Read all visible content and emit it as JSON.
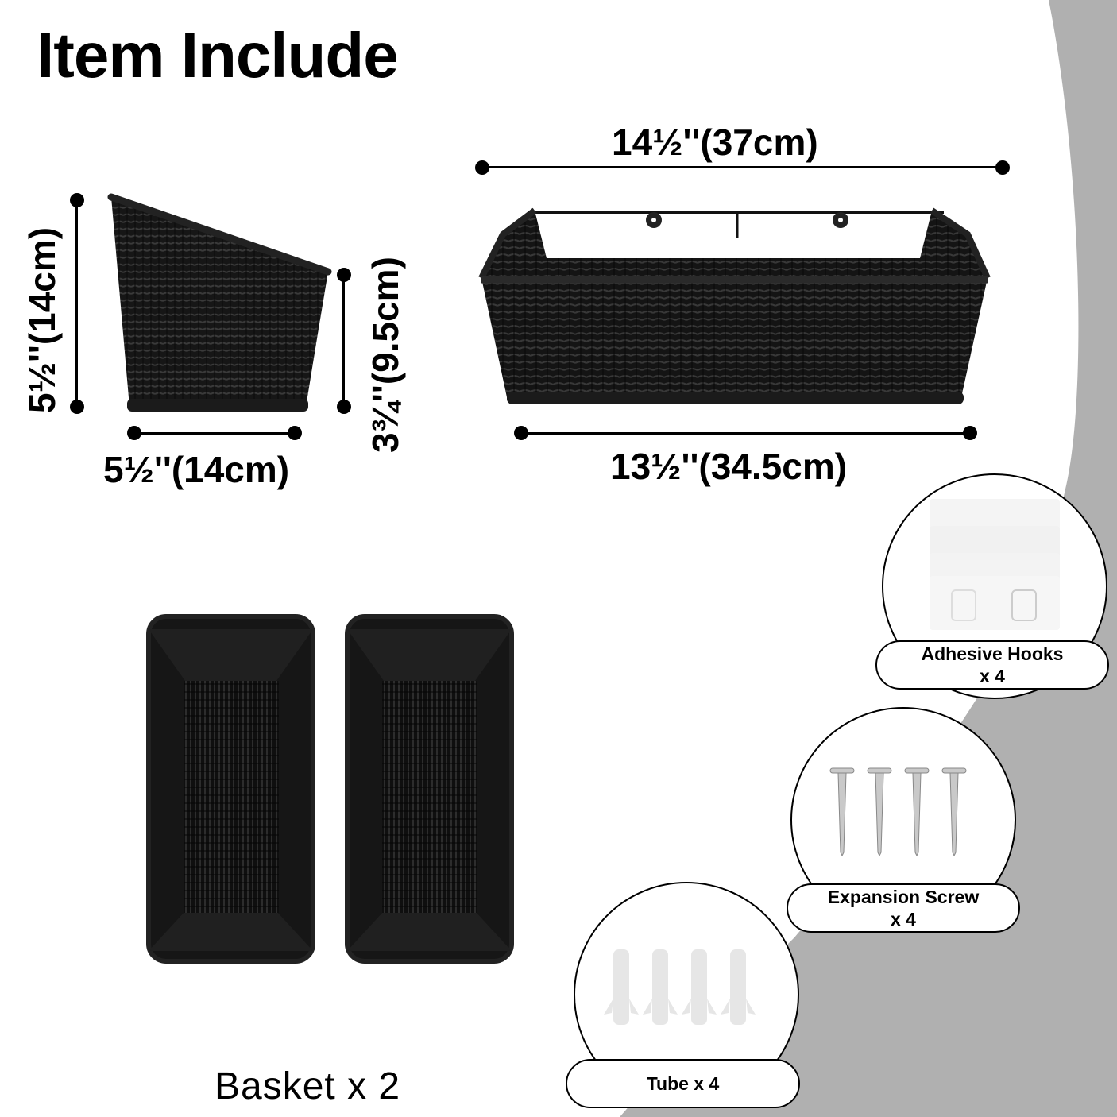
{
  "header": {
    "title": "Item Include"
  },
  "colors": {
    "background": "#ffffff",
    "accent_gray": "#b0b0b0",
    "ink": "#000000",
    "basket": "#1a1a1a"
  },
  "small_basket": {
    "height_label": "5½''(14cm)",
    "width_label": "5½''(14cm)",
    "front_height_label": "3¾''(9.5cm)"
  },
  "large_basket": {
    "top_width_label": "14½''(37cm)",
    "bottom_width_label": "13½''(34.5cm)"
  },
  "baskets": {
    "label": "Basket x 2",
    "count": 2
  },
  "accessories": [
    {
      "name": "Adhesive Hooks",
      "qty": "x 4",
      "icon": "adhesive-hook-icon"
    },
    {
      "name": "Expansion Screw",
      "qty": "x 4",
      "icon": "screw-icon"
    },
    {
      "name": "Tube x 4",
      "qty": "",
      "icon": "wall-anchor-icon"
    }
  ]
}
